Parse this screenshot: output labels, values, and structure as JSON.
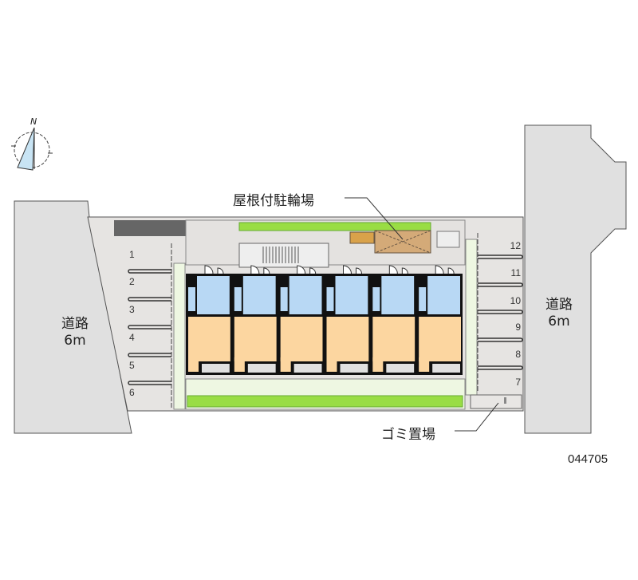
{
  "compass": {
    "label": "N"
  },
  "labels": {
    "bike_parking": "屋根付駐輪場",
    "garbage": "ゴミ置場",
    "property_code": "044705"
  },
  "roads": [
    {
      "name": "道路",
      "width": "6m"
    },
    {
      "name": "道路",
      "width": "6m"
    }
  ],
  "parking_left": [
    "1",
    "2",
    "3",
    "4",
    "5",
    "6"
  ],
  "parking_right": [
    "12",
    "11",
    "10",
    "9",
    "8",
    "7"
  ],
  "units_count": 6,
  "colors": {
    "road": "#e0e0e0",
    "lot": "#e6e4e2",
    "green": "#99dd44",
    "light_green": "#eef7e2",
    "room": "#fcd6a0",
    "wet_area": "#b8d8f4",
    "bike": "#d4aa78"
  }
}
